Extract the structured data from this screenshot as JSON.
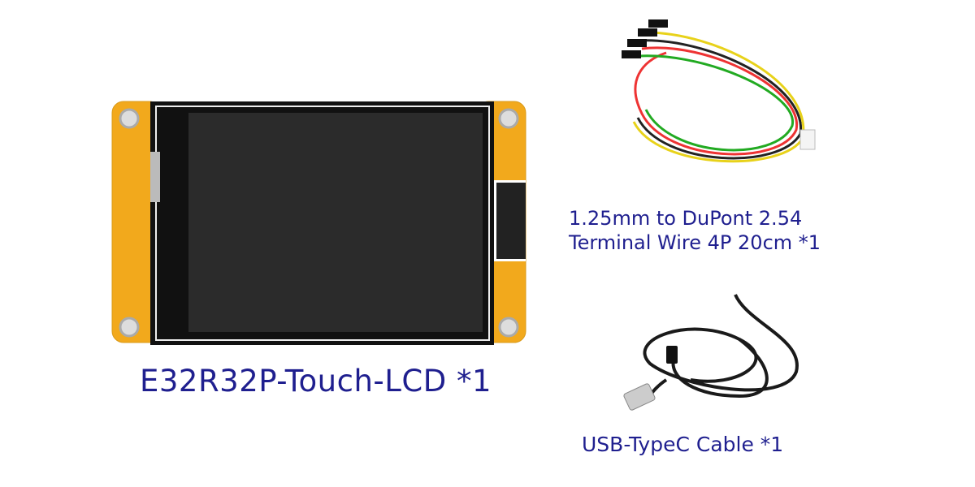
{
  "items": [
    {
      "name": "E32R32P-Touch-LCD *1",
      "type": "lcd-module"
    },
    {
      "name_lines": [
        "1.25mm to DuPont 2.54",
        "Terminal Wire 4P 20cm  *1"
      ],
      "type": "terminal-wire"
    },
    {
      "name": "USB-TypeC Cable *1",
      "type": "usb-cable"
    }
  ],
  "colors": {
    "text": "#1f1f8f",
    "pcb": "#f2a91c",
    "screen": "#2b2b2b"
  }
}
